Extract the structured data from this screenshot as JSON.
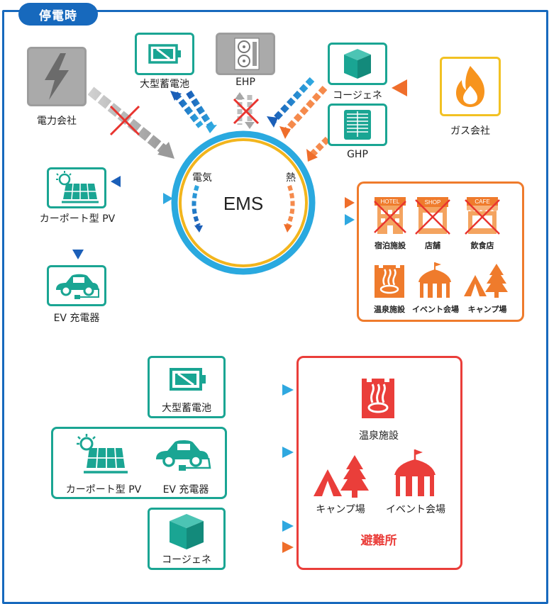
{
  "mode_label": "停電時",
  "ems": {
    "center": "EMS",
    "electric": "電気",
    "heat": "熱"
  },
  "top": {
    "power_company": "電力会社",
    "battery": "大型蓄電池",
    "ehp": "EHP",
    "cogen": "コージェネ",
    "ghp": "GHP",
    "gas_company": "ガス会社"
  },
  "left": {
    "pv": "カーポート型 PV",
    "ev": "EV 充電器"
  },
  "facilities": {
    "hotel": "宿泊施設",
    "shop": "店舗",
    "restaurant": "飲食店",
    "onsen": "温泉施設",
    "event": "イベント会場",
    "camp": "キャンプ場",
    "hotel_sign": "HOTEL",
    "shop_sign": "SHOP",
    "cafe_sign": "CAFE"
  },
  "bottom": {
    "battery": "大型蓄電池",
    "pv": "カーポート型 PV",
    "ev": "EV 充電器",
    "cogen": "コージェネ",
    "onsen": "温泉施設",
    "camp": "キャンプ場",
    "event": "イベント会場",
    "shelter": "避難所"
  },
  "colors": {
    "frame": "#1769bd",
    "teal": "#1aa593",
    "orange": "#ef7b2c",
    "red": "#ea3e3a",
    "gray": "#a6a6a6",
    "yellow": "#f2c123"
  }
}
